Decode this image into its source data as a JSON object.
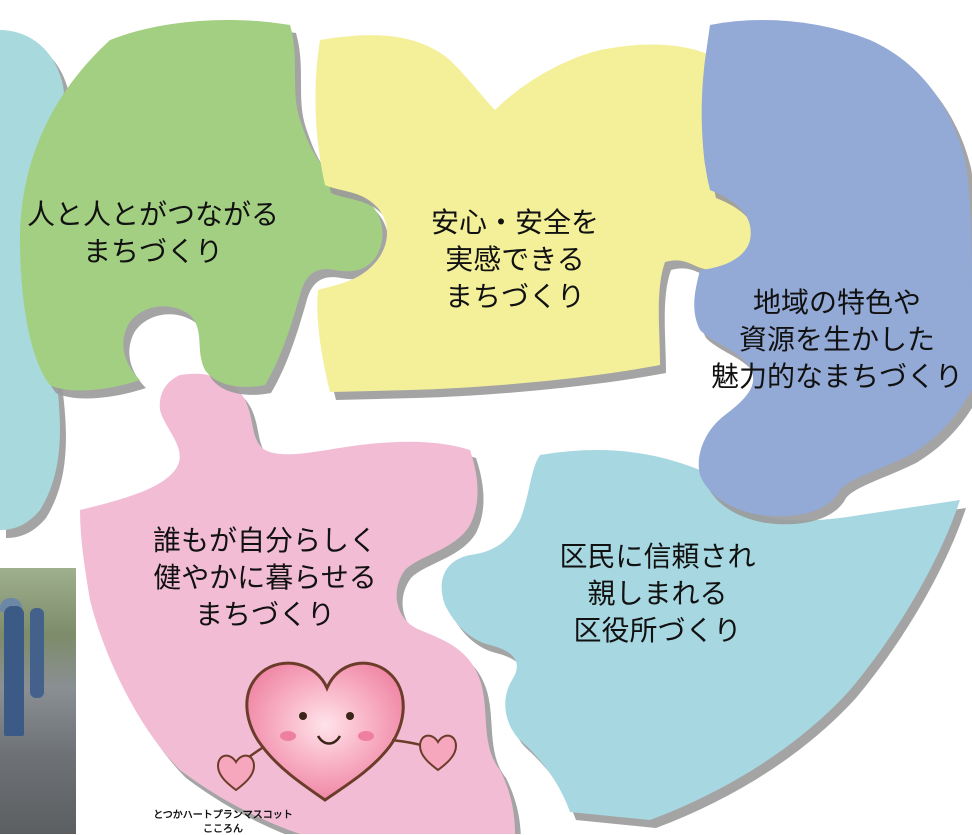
{
  "pieces": [
    {
      "id": "teal-left",
      "color": "#a8dadd",
      "lines": []
    },
    {
      "id": "green",
      "color": "#a3cf82",
      "lines": [
        "人と人とがつながる",
        "まちづくり"
      ]
    },
    {
      "id": "yellow",
      "color": "#f4f09a",
      "lines": [
        "安心・安全を",
        "実感できる",
        "まちづくり"
      ]
    },
    {
      "id": "blue",
      "color": "#93a9d6",
      "lines": [
        "地域の特色や",
        "資源を生かした",
        "魅力的なまちづくり"
      ]
    },
    {
      "id": "pink",
      "color": "#f2bdd4",
      "lines": [
        "誰もが自分らしく",
        "健やかに暮らせる",
        "まちづくり"
      ]
    },
    {
      "id": "lightblue",
      "color": "#a7d8e1",
      "lines": [
        "区民に信頼され",
        "親しまれる",
        "区役所づくり"
      ]
    }
  ],
  "mascot": {
    "caption_line1": "とつかハートプランマスコット",
    "caption_line2": "こころん"
  }
}
